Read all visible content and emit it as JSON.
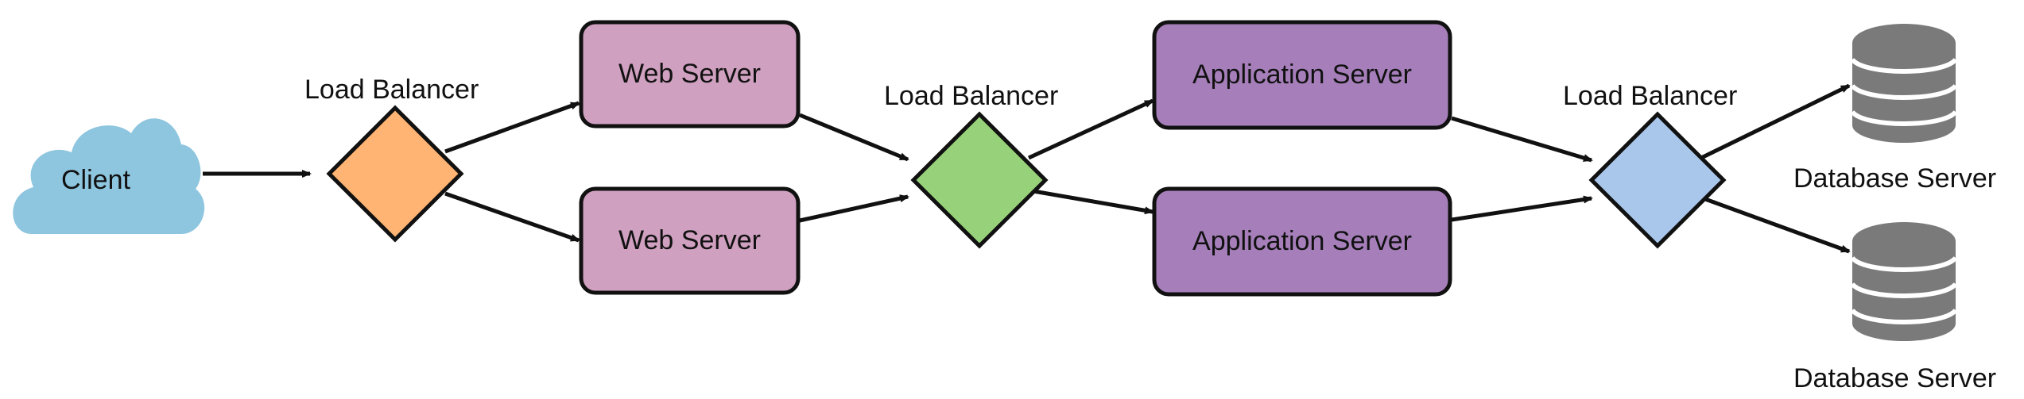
{
  "nodes": {
    "client": {
      "label": "Client",
      "color": "#8ec5df"
    },
    "load_balancer_1": {
      "label": "Load Balancer",
      "color": "#ffb473"
    },
    "web_server_1": {
      "label": "Web Server",
      "color": "#cfa0bf"
    },
    "web_server_2": {
      "label": "Web Server",
      "color": "#cfa0bf"
    },
    "load_balancer_2": {
      "label": "Load Balancer",
      "color": "#97d27a"
    },
    "app_server_1": {
      "label": "Application Server",
      "color": "#a67fba"
    },
    "app_server_2": {
      "label": "Application Server",
      "color": "#a67fba"
    },
    "load_balancer_3": {
      "label": "Load Balancer",
      "color": "#a9c6eb"
    },
    "database_server_1": {
      "label": "Database Server",
      "color": "#7a7a7a"
    },
    "database_server_2": {
      "label": "Database Server",
      "color": "#7a7a7a"
    }
  },
  "edges": [
    [
      "client",
      "load_balancer_1"
    ],
    [
      "load_balancer_1",
      "web_server_1"
    ],
    [
      "load_balancer_1",
      "web_server_2"
    ],
    [
      "web_server_1",
      "load_balancer_2"
    ],
    [
      "web_server_2",
      "load_balancer_2"
    ],
    [
      "load_balancer_2",
      "app_server_1"
    ],
    [
      "load_balancer_2",
      "app_server_2"
    ],
    [
      "app_server_1",
      "load_balancer_3"
    ],
    [
      "app_server_2",
      "load_balancer_3"
    ],
    [
      "load_balancer_3",
      "database_server_1"
    ],
    [
      "load_balancer_3",
      "database_server_2"
    ]
  ],
  "icons": {
    "client": "cloud-icon",
    "load_balancer": "diamond-icon",
    "database": "database-icon"
  }
}
